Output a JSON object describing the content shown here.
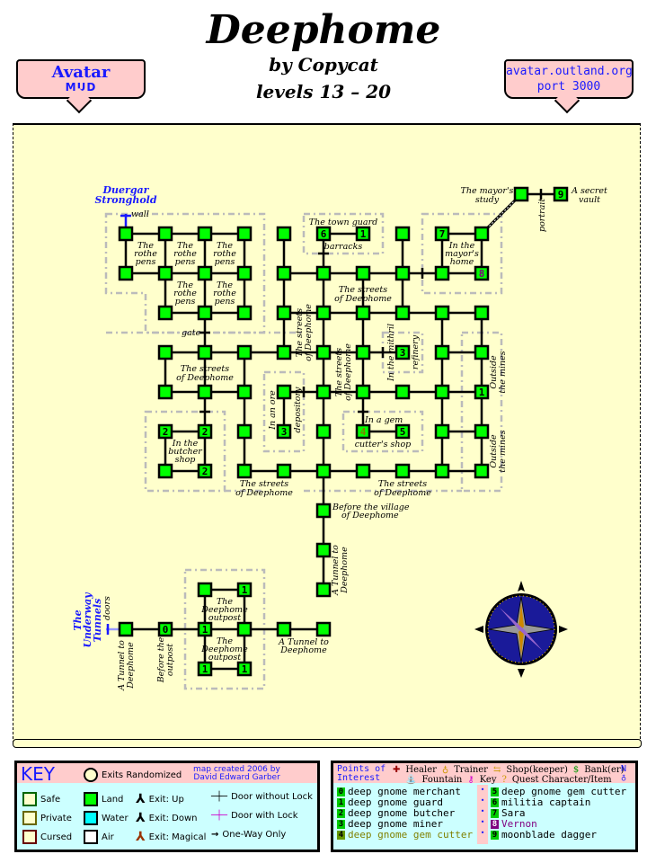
{
  "header": {
    "title": "Deephome",
    "author": "by Copycat",
    "levels": "levels 13 – 20"
  },
  "left_shield": {
    "line1": "Avatar",
    "line2": "MUD"
  },
  "right_shield": {
    "line1": "avatar.outland.org",
    "line2": "port 3000"
  },
  "map": {
    "region_labels": {
      "duergar": [
        "Duergar",
        "Stronghold"
      ],
      "underway": [
        "The",
        "Underway",
        "Tunnels"
      ]
    },
    "labels": {
      "wall": "wall",
      "gate": "gate",
      "doors": "doors",
      "barracks": "barracks",
      "town_guard": "The town guard",
      "portrait": "portrait",
      "mayors_study": [
        "The mayor's",
        "study"
      ],
      "secret_vault": [
        "A secret",
        "vault"
      ],
      "mayors_home": [
        "In the",
        "mayor's",
        "home"
      ],
      "rothe_pens": [
        "The",
        "rothe",
        "pens"
      ],
      "streets": [
        "The streets",
        "of Deephome"
      ],
      "mithril_refinery": [
        "In the mithril",
        "refinery"
      ],
      "ore_depository": [
        "In an ore",
        "depository"
      ],
      "gem_cutter": [
        "In a gem",
        "cutter's shop"
      ],
      "outside_mines": [
        "Outside",
        "the mines"
      ],
      "butcher": [
        "In the",
        "butcher",
        "shop"
      ],
      "before_village": [
        "Before the village",
        "of Deephome"
      ],
      "tunnel": [
        "A Tunnel to",
        "Deephome"
      ],
      "before_outpost": [
        "Before the",
        "outpost"
      ],
      "outpost": [
        "The",
        "Deephome",
        "outpost"
      ]
    }
  },
  "key": {
    "title": "KEY",
    "exits_randomized": "Exits Randomized",
    "credit": [
      "map created 2006 by",
      "David Edward Garber"
    ],
    "zones": [
      {
        "label": "Safe",
        "border": "#006600"
      },
      {
        "label": "Private",
        "border": "#666600"
      },
      {
        "label": "Cursed",
        "border": "#660000"
      }
    ],
    "terrain": [
      {
        "label": "Land",
        "color": "#00ff00"
      },
      {
        "label": "Water",
        "color": "#00ffff"
      },
      {
        "label": "Air",
        "color": "#ffffff"
      }
    ],
    "exits": [
      {
        "label": "Exit: Up"
      },
      {
        "label": "Exit: Down"
      },
      {
        "label": "Exit: Magical"
      }
    ],
    "doors": [
      {
        "label": "Door without Lock"
      },
      {
        "label": "Door with Lock"
      },
      {
        "label": "One-Way Only"
      }
    ]
  },
  "poi": {
    "title": [
      "Points of",
      "Interest"
    ],
    "legend_row1": [
      "Healer",
      "Trainer",
      "Shop(keeper)",
      "Bank(er)"
    ],
    "legend_row2": [
      "Fountain",
      "Key",
      "Quest Character/Item"
    ],
    "compass_label": "N",
    "left": [
      {
        "num": "0",
        "text": "deep gnome merchant",
        "color": "#000000"
      },
      {
        "num": "1",
        "text": "deep gnome guard",
        "color": "#000000"
      },
      {
        "num": "2",
        "text": "deep gnome butcher",
        "color": "#000000"
      },
      {
        "num": "3",
        "text": "deep gnome miner",
        "color": "#000000"
      },
      {
        "num": "4",
        "text": "deep gnome gem cutter",
        "color": "#808000"
      }
    ],
    "right": [
      {
        "num": "5",
        "text": "deep gnome gem cutter",
        "color": "#000000"
      },
      {
        "num": "6",
        "text": "militia captain",
        "color": "#000000"
      },
      {
        "num": "7",
        "text": "Sara",
        "color": "#000000"
      },
      {
        "num": "8",
        "text": "Vernon",
        "color": "#800080"
      },
      {
        "num": "9",
        "text": "moonblade dagger",
        "color": "#000000"
      }
    ]
  }
}
